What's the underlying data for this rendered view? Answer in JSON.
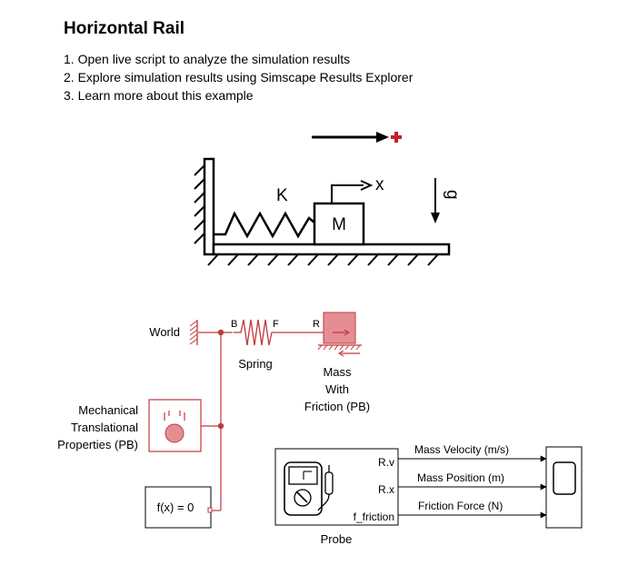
{
  "header": {
    "title": "Horizontal Rail",
    "links": [
      "1. Open live script to analyze the simulation results",
      "2. Explore simulation results using Simscape Results Explorer",
      "3. Learn more about this example"
    ]
  },
  "schematic": {
    "spring_label": "K",
    "mass_label": "M",
    "x_label": "x",
    "gravity_label": "g"
  },
  "blocks": {
    "world": {
      "label": "World"
    },
    "spring": {
      "label": "Spring",
      "port_b": "B",
      "port_f": "F"
    },
    "mass": {
      "label_lines": [
        "Mass",
        "With",
        "Friction (PB)"
      ],
      "port_r": "R"
    },
    "mech_props": {
      "label_lines": [
        "Mechanical",
        "Translational",
        "Properties (PB)"
      ]
    },
    "solver": {
      "label": "f(x) = 0"
    },
    "probe": {
      "label": "Probe",
      "ports": [
        "R.v",
        "R.x",
        "f_friction"
      ],
      "signals": [
        "Mass Velocity (m/s)",
        "Mass Position (m)",
        "Friction Force (N)"
      ]
    }
  },
  "colors": {
    "physical_line": "#c0393f",
    "mass_fill": "#e48e93",
    "signal_line": "#000000",
    "launch_plus": "#c0202a"
  }
}
